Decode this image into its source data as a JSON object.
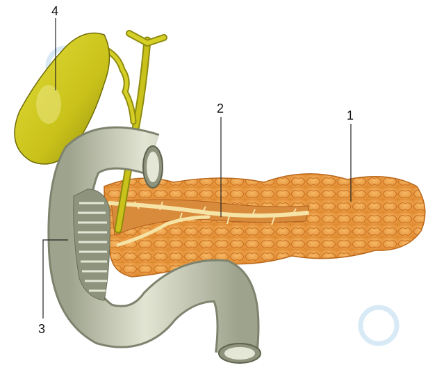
{
  "labels": {
    "l1": "1",
    "l2": "2",
    "l3": "3",
    "l4": "4"
  },
  "colors": {
    "pancreas": "#F0A24A",
    "pancreas_dark": "#D9832A",
    "duct": "#F6E3A6",
    "gallbladder": "#C9C21A",
    "gallbladder_dark": "#8E8B10",
    "duodenum": "#C9CDB7",
    "duodenum_dark": "#8E937E",
    "watermark": "#B8D9EE"
  }
}
